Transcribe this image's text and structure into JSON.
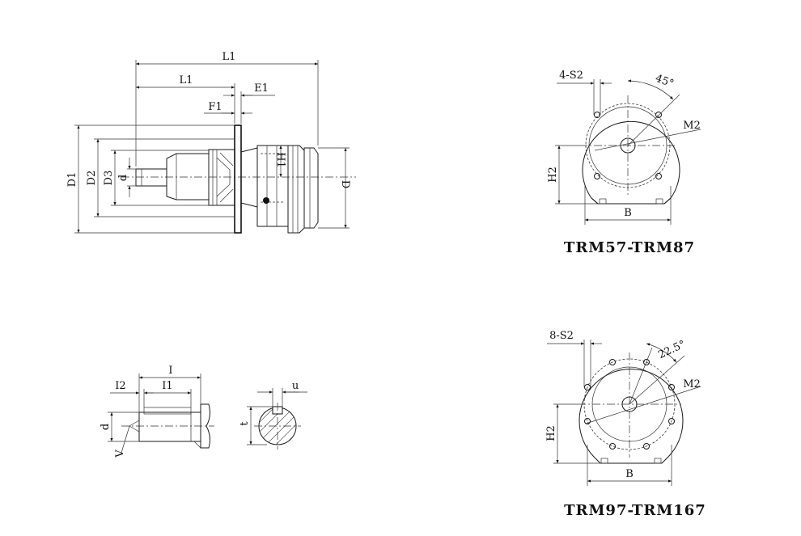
{
  "side_view": {
    "labels": {
      "L1_outer": "L1",
      "L1_inner": "L1",
      "E1": "E1",
      "F1": "F1",
      "D1": "D1",
      "D2": "D2",
      "D3": "D3",
      "d": "d",
      "H1": "H1",
      "D": "D"
    }
  },
  "shaft_detail": {
    "labels": {
      "I": "I",
      "I2": "I2",
      "I1": "I1",
      "d": "d",
      "V": "V",
      "u": "u",
      "t": "t"
    }
  },
  "flange_small": {
    "labels": {
      "holes": "4-S2",
      "angle": "45°",
      "M2": "M2",
      "H2": "H2",
      "B": "B"
    },
    "caption": "TRM57-TRM87"
  },
  "flange_large": {
    "labels": {
      "holes": "8-S2",
      "angle": "22.5°",
      "M2": "M2",
      "H2": "H2",
      "B": "B"
    },
    "caption": "TRM97-TRM167"
  }
}
